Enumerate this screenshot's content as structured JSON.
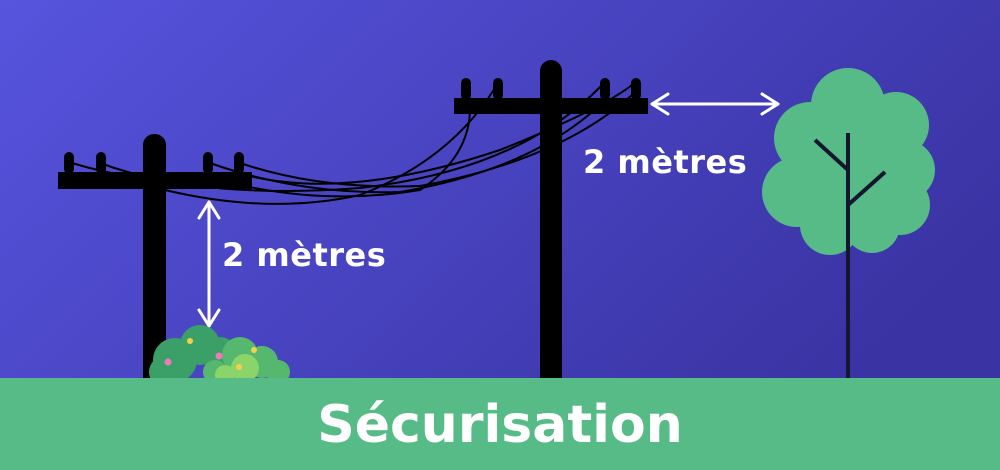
{
  "scene": {
    "title": "Sécurisation",
    "clearance_labels": {
      "vertical": "2 mètres",
      "horizontal": "2 mètres"
    },
    "icons": [
      "utility-pole-icon",
      "utility-pole-icon",
      "tree-icon",
      "bush-icon",
      "double-arrow-icon"
    ],
    "colors": {
      "sky_start": "#5754DE",
      "sky_end": "#3A33A3",
      "ground": "#57BB87",
      "tree_foliage": "#57BB87",
      "pole": "#000000",
      "text": "#FFFFFF"
    }
  }
}
